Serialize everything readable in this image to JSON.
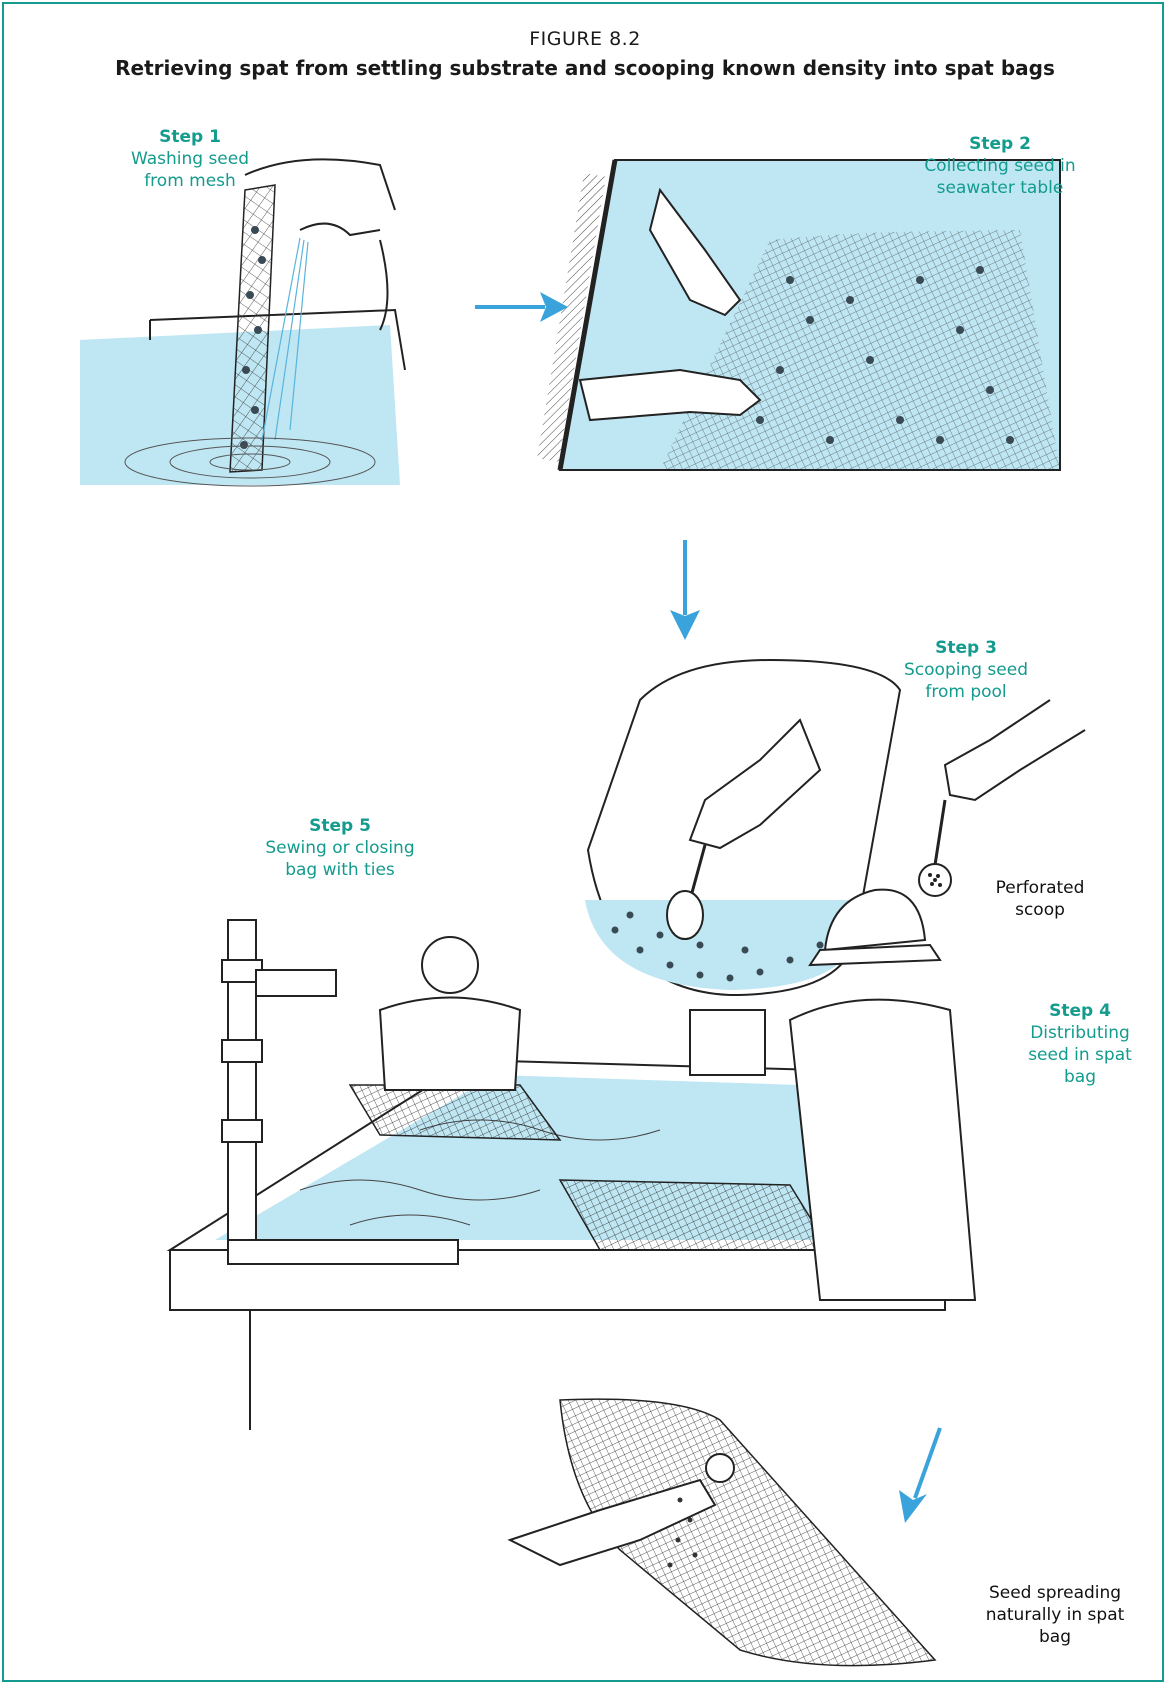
{
  "figure": {
    "number": "FIGURE 8.2",
    "title": "Retrieving spat from settling substrate and scooping known density into spat bags"
  },
  "steps": [
    {
      "step": "Step 1",
      "description": "Washing seed\nfrom mesh"
    },
    {
      "step": "Step 2",
      "description": "Collecting seed in\nseawater table"
    },
    {
      "step": "Step 3",
      "description": "Scooping seed\nfrom pool"
    },
    {
      "step": "Step 4",
      "description": "Distributing\nseed in spat\nbag"
    },
    {
      "step": "Step 5",
      "description": "Sewing or closing\nbag with ties"
    }
  ],
  "labels": {
    "scoop": "Perforated\nscoop",
    "spreading": "Seed spreading\nnaturally in spat\nbag"
  },
  "colors": {
    "accent": "#139b8e",
    "arrow": "#3aa3dc",
    "water": "#bfe6f3",
    "ink": "#1a1a1a"
  }
}
